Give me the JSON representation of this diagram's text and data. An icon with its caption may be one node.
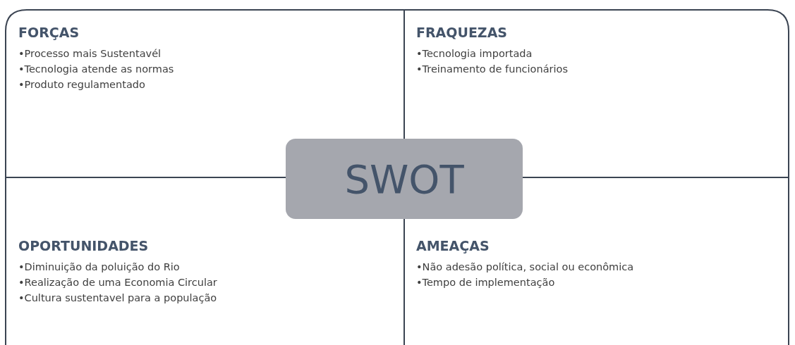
{
  "diagram": {
    "nodes": [
      {
        "text": [
          "FORÇAS",
          "•Processo mais Sustentavél",
          "•Tecnologia atende as normas",
          "•Produto regulamentado"
        ]
      },
      {
        "text": [
          "FRAQUEZAS",
          "•Tecnologia importada",
          "•Treinamento de funcionários"
        ]
      },
      {
        "text": [
          "OPORTUNIDADES",
          "•Diminuição da poluição do Rio",
          "•Realização de uma Economia Circular",
          "•Cultura sustentavel para a população"
        ]
      },
      {
        "text": [
          "AMEAÇAS",
          "•Não adesão política, social ou econômica",
          "•Tempo de implementação"
        ]
      },
      {
        "text": [
          "SWOT"
        ]
      }
    ],
    "edges": []
  }
}
